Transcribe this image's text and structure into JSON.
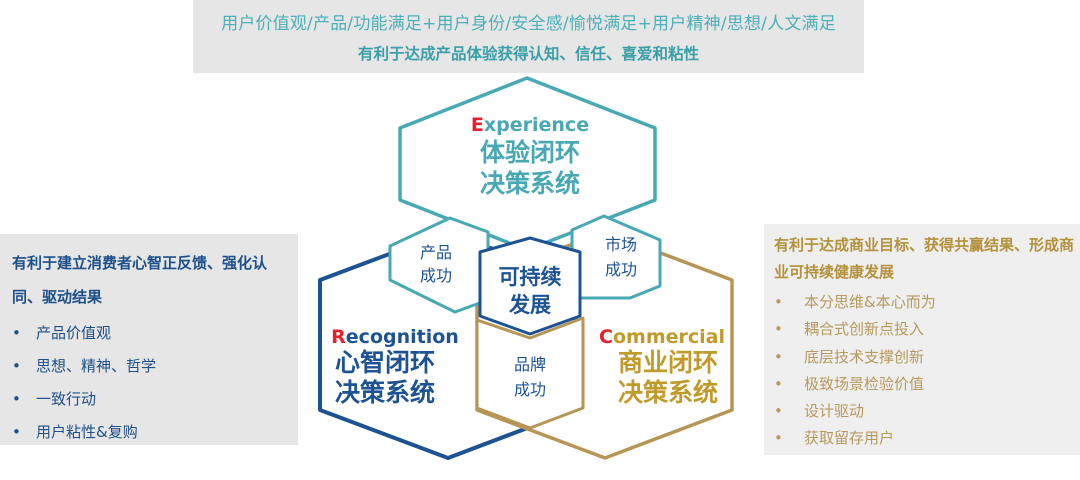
{
  "top": {
    "line1": "用户价值观/产品/功能满足+用户身份/安全感/愉悦满足+用户精神/思想/人文满足",
    "line2": "有利于达成产品体验获得认知、信任、喜爱和粘性"
  },
  "left": {
    "title": "有利于建立消费者心智正反馈、强化认同、驱动结果",
    "items": [
      "产品价值观",
      "思想、精神、哲学",
      "一致行动",
      "用户粘性&复购"
    ]
  },
  "right": {
    "title": "有利于达成商业目标、获得共赢结果、形成商业可持续健康发展",
    "items": [
      "本分思维&本心而为",
      "耦合式创新点投入",
      "底层技术支撑创新",
      "极致场景检验价值",
      "设计驱动",
      "获取留存用户"
    ]
  },
  "hexes": {
    "experience": {
      "initial": "E",
      "rest": "xperience",
      "line1": "体验闭环",
      "line2": "决策系统"
    },
    "recognition": {
      "initial": "R",
      "rest": "ecognition",
      "line1": "心智闭环",
      "line2": "决策系统"
    },
    "commercial": {
      "initial": "C",
      "rest": "ommercial",
      "line1": "商业闭环",
      "line2": "决策系统"
    }
  },
  "overlaps": {
    "product": {
      "line1": "产品",
      "line2": "成功"
    },
    "market": {
      "line1": "市场",
      "line2": "成功"
    },
    "brand": {
      "line1": "品牌",
      "line2": "成功"
    },
    "center": {
      "line1": "可持续",
      "line2": "发展"
    }
  },
  "colors": {
    "teal": "#48a8b3",
    "blue": "#1d5393",
    "gold": "#b69555",
    "accent_red": "#e8202a",
    "panel_gray": "#e6e6e6"
  }
}
